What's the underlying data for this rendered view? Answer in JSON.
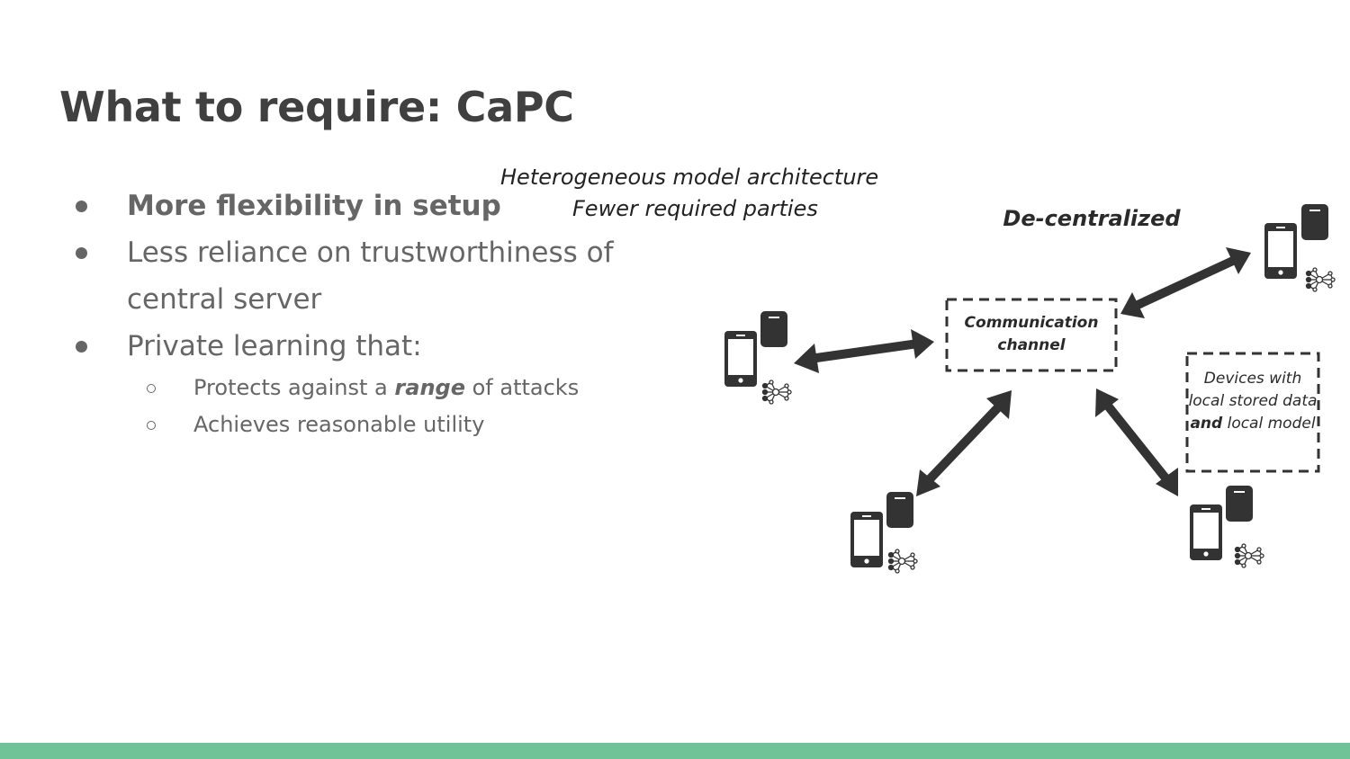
{
  "slide": {
    "title": "What to require: CaPC",
    "bullets": [
      "More flexibility in setup",
      "Less reliance on trustworthiness of central server",
      "Private learning that:"
    ],
    "subbullets": {
      "first_before": "Protects against a ",
      "first_emph": "range",
      "first_after": " of attacks",
      "second": "Achieves reasonable utility"
    },
    "annotations": {
      "line1": "Heterogeneous model architecture",
      "line2": "Fewer required parties"
    }
  },
  "diagram": {
    "title": "De-centralized",
    "channel_label": "Communication channel",
    "legend_before": "Devices with local stored data ",
    "legend_bold": "and",
    "legend_after": " local model",
    "icons": [
      "phone-icon",
      "database-icon",
      "neural-network-icon"
    ]
  },
  "colors": {
    "title": "#404040",
    "body_text": "#666666",
    "diagram": "#333333",
    "bottom_bar": "#6fc396"
  }
}
